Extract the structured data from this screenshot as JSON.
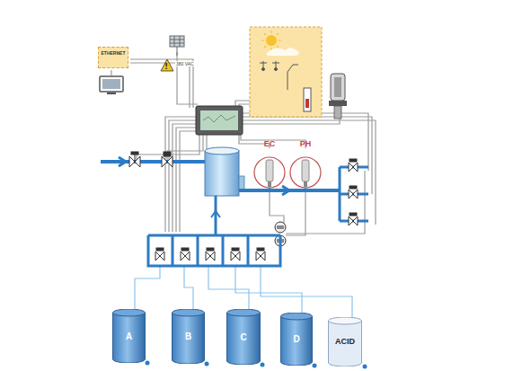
{
  "diagram": {
    "nodes": [
      {
        "text": [
          "ETHERNET"
        ]
      },
      {
        "text": [
          "EC"
        ]
      },
      {
        "text": [
          "PH"
        ]
      },
      {
        "text": [
          "A"
        ]
      },
      {
        "text": [
          "B"
        ]
      },
      {
        "text": [
          "C"
        ]
      },
      {
        "text": [
          "D"
        ]
      },
      {
        "text": [
          "ACID"
        ]
      }
    ],
    "labels": [
      "380 VAC"
    ]
  }
}
